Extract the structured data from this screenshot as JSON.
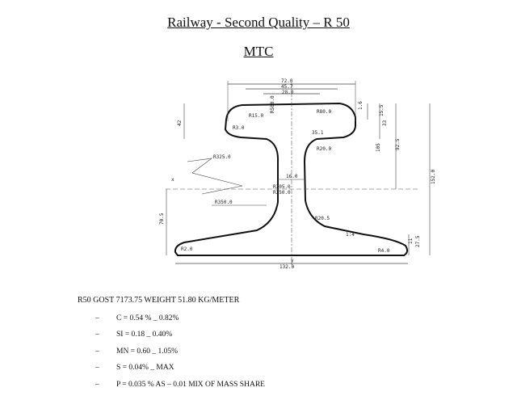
{
  "header": {
    "title": "Railway - Second Quality – R 50",
    "subtitle": "MTC"
  },
  "drawing": {
    "dimensions": {
      "head_width_outer": "72.0",
      "head_width_mid": "45.7",
      "head_width_inner": "28.0",
      "web_thickness": "16.0",
      "foot_width": "132.0",
      "total_height": "152.0",
      "height_foot_to_head": "105",
      "head_height": "42",
      "head_radius": "R15.0",
      "head_crown_radius": "R500.0",
      "head_crown_radius_2": "R80.0",
      "fillet_head": "R3.0",
      "web_radius_1": "R325.0",
      "web_radius_2": "R305.0",
      "web_radius_3": "R350.0",
      "web_radius_4": "R350.0",
      "fillet_web_foot": "R20.5",
      "fillet_head_web": "R20.0",
      "foot_radius_left": "R2.0",
      "foot_radius_right": "R4.0",
      "head_step": "1.6",
      "head_side": "15.5",
      "head_side_2": "33",
      "neck_dim": "35.1",
      "foot_edge": "11",
      "foot_edge_2": "27.5",
      "foot_slope": "1:4",
      "right_mid": "92.5",
      "web_center_dim": "70.5",
      "small_x": "x",
      "small_y": "y"
    }
  },
  "spec": {
    "heading": "R50 GOST  7173.75 WEIGHT 51.80 KG/METER",
    "items": [
      {
        "bullet": "–",
        "text": "C = 0.54 % _ 0.82%"
      },
      {
        "bullet": "–",
        "text": "SI = 0.18 _ 0.40%"
      },
      {
        "bullet": "–",
        "text": "MN = 0.60 _ 1.05%"
      },
      {
        "bullet": "–",
        "text": "S = 0.04% _ MAX"
      },
      {
        "bullet": "–",
        "text": "P = 0.035 % AS – 0.01 MIX OF MASS SHARE"
      }
    ]
  }
}
